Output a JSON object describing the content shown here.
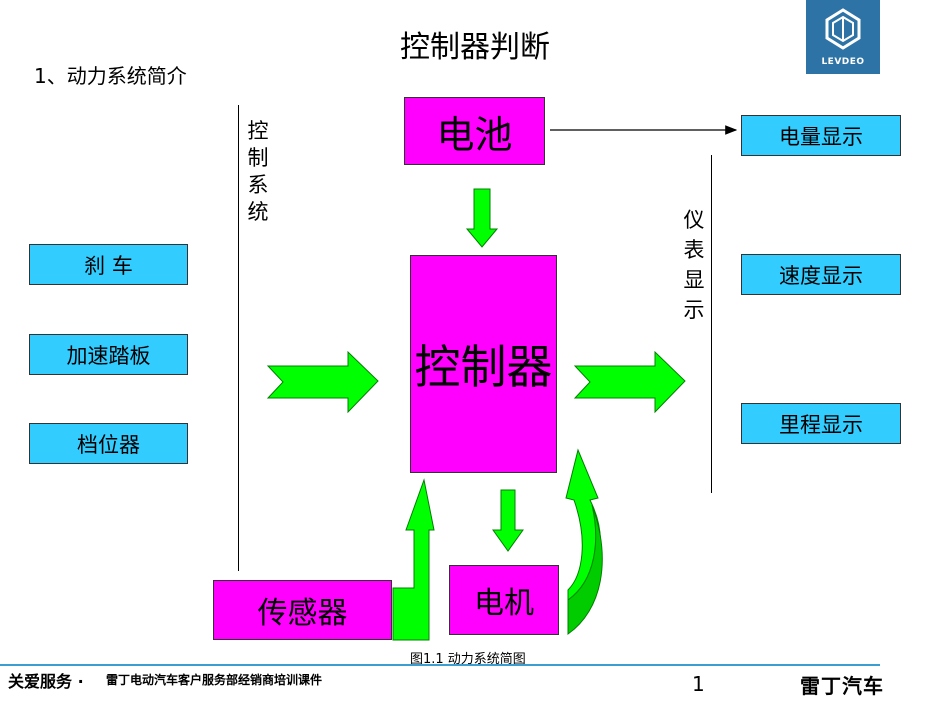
{
  "title": "控制器判断",
  "subtitle": "1、动力系统简介",
  "logo": {
    "text": "LEVDEO"
  },
  "control_system_label": [
    "控",
    "制",
    "系",
    "统"
  ],
  "instrument_label": [
    "仪",
    "表",
    "显",
    "示"
  ],
  "inputs": [
    "刹 车",
    "加速踏板",
    "档位器"
  ],
  "outputs": [
    "电量显示",
    "速度显示",
    "里程显示"
  ],
  "battery": "电池",
  "controller": "控制器",
  "motor": "电机",
  "sensor": "传感器",
  "caption": "图1.1 动力系统简图",
  "footer": {
    "left_bold": "关爱服务 ·",
    "left_text": "雷丁电动汽车客户服务部经销商培训课件",
    "page": "1",
    "brand": "雷丁汽车"
  },
  "colors": {
    "cyan": "#33ccff",
    "magenta": "#ff00ff",
    "green": "#00ff00",
    "dark_green": "#008000",
    "logo_blue": "#2e73a6"
  }
}
